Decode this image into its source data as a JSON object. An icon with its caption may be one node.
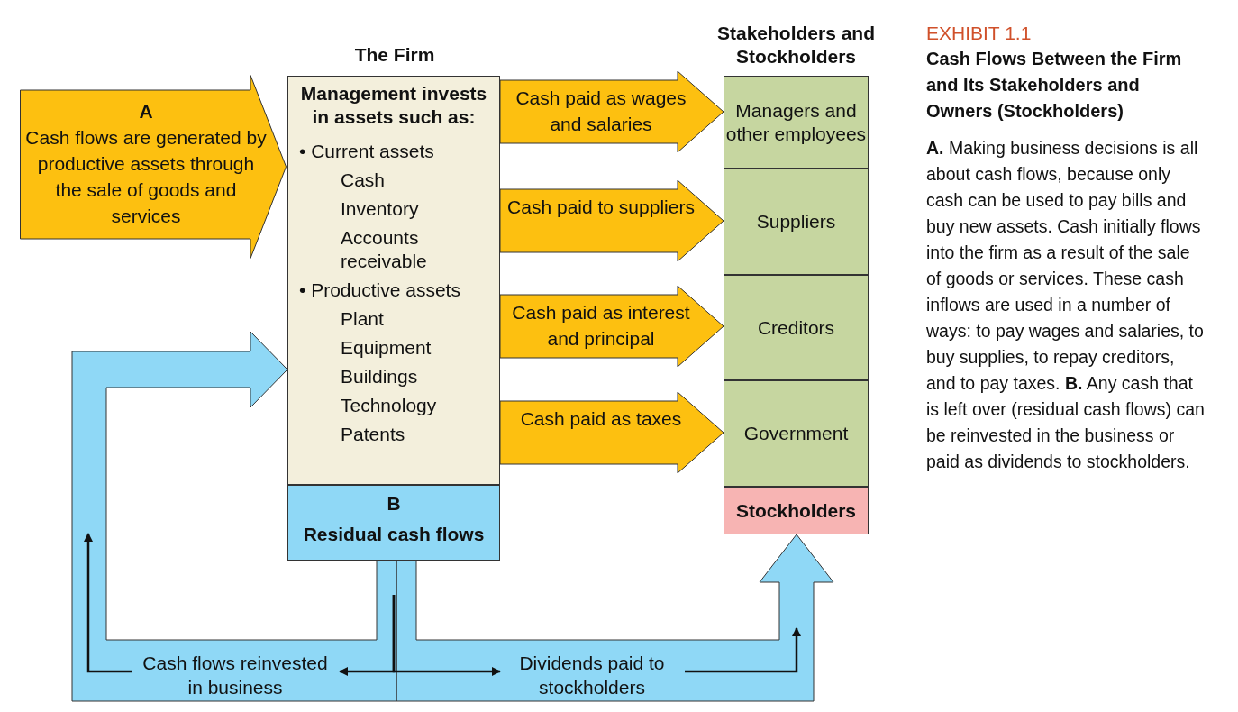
{
  "diagram": {
    "title": "Cash Flows Between the Firm and Its Stakeholders and Owners (Stockholders)",
    "caption": "**A.** Making business decisions is all about cash flows, because only cash can be used to pay bills and buy new assets. Cash initially flows into the firm as a result of the sale of goods or services. These cash inflows are used in a number of ways: to pay wages and salaries, to buy supplies, to repay creditors, and to pay taxes. **B.** Any cash that is left over (residual cash flows) can be reinvested in the business or paid as dividends to stockholders.",
    "nodes": [
      {
        "text": [
          "A",
          "Cash flows are generated by productive assets through the sale of goods and services"
        ]
      },
      {
        "text": [
          "The Firm",
          "Management invests in assets such as:",
          "• Current assets",
          "Cash",
          "Inventory",
          "Accounts receivable",
          "• Productive assets",
          "Plant",
          "Equipment",
          "Buildings",
          "Technology",
          "Patents"
        ]
      },
      {
        "text": [
          "B",
          "Residual cash flows"
        ]
      },
      {
        "text": [
          "Stakeholders and Stockholders"
        ]
      },
      {
        "text": [
          "Managers and other employees"
        ],
        "in": 3
      },
      {
        "text": [
          "Suppliers"
        ],
        "in": 3
      },
      {
        "text": [
          "Creditors"
        ],
        "in": 3
      },
      {
        "text": [
          "Government"
        ],
        "in": 3
      },
      {
        "text": [
          "Stockholders"
        ],
        "in": 3
      },
      {
        "text": [
          "Cash flows reinvested in business"
        ]
      },
      {
        "text": [
          "Dividends paid to stockholders"
        ]
      }
    ],
    "edges": [
      {
        "from": 1,
        "to": 4,
        "arrow": "to",
        "label": "Cash paid as wages and salaries",
        "style": "thick",
        "color": "#fdc010"
      },
      {
        "from": 1,
        "to": 5,
        "arrow": "to",
        "label": "Cash paid to suppliers",
        "style": "thick",
        "color": "#fdc010"
      },
      {
        "from": 1,
        "to": 6,
        "arrow": "to",
        "label": "Cash paid as interest and principal",
        "style": "thick",
        "color": "#fdc010"
      },
      {
        "from": 1,
        "to": 7,
        "arrow": "to",
        "label": "Cash paid as taxes",
        "style": "thick",
        "color": "#fdc010"
      },
      {
        "from": 2,
        "to": 1,
        "arrow": "to",
        "style": "thick",
        "color": "#8fd8f6"
      },
      {
        "from": 2,
        "to": 8,
        "arrow": "to",
        "style": "thick",
        "color": "#8fd8f6"
      },
      {
        "from": null,
        "to": 9,
        "arrow": "to"
      },
      {
        "from": null,
        "to": 10,
        "arrow": "to"
      },
      {
        "from": 9,
        "to": null,
        "arrow": "to"
      },
      {
        "from": 10,
        "to": null,
        "arrow": "to"
      }
    ],
    "labels": [
      "EXHIBIT 1.1"
    ]
  }
}
